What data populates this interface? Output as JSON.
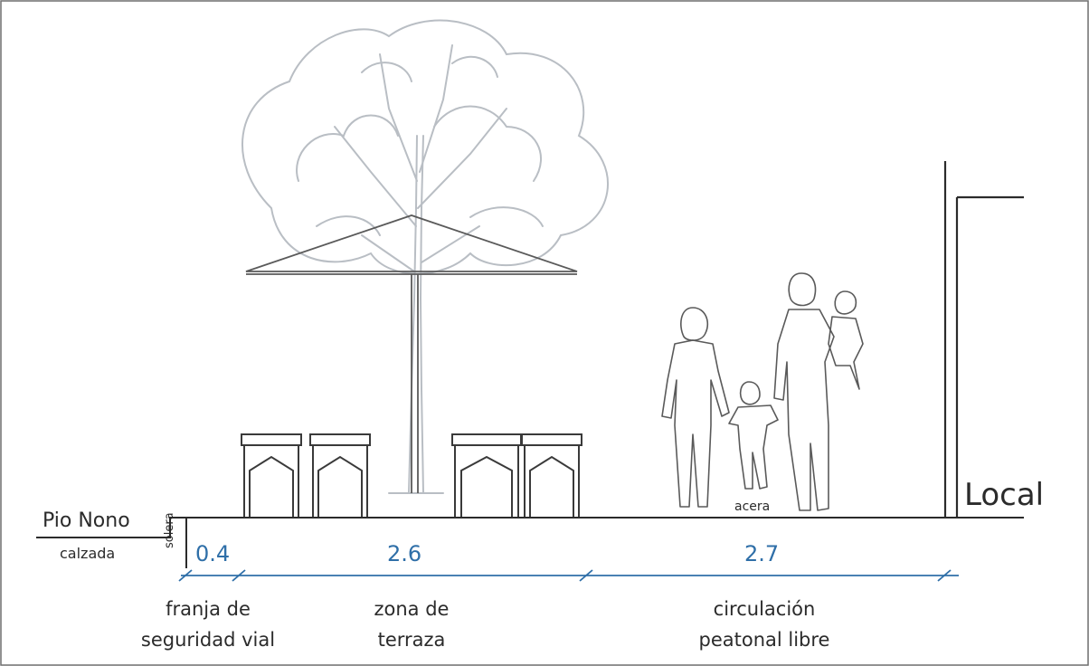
{
  "labels": {
    "road": "Pio Nono",
    "carriageway": "calzada",
    "curb": "solera",
    "sidewalk": "acera",
    "building": "Local"
  },
  "dimensions": [
    {
      "value": "0.4",
      "caption_line1": "franja de",
      "caption_line2": "seguridad vial"
    },
    {
      "value": "2.6",
      "caption_line1": "zona de",
      "caption_line2": "terraza"
    },
    {
      "value": "2.7",
      "caption_line1": "circulación",
      "caption_line2": "peatonal libre"
    }
  ],
  "colors": {
    "ink": "#2b2b2b",
    "dimension": "#2f6fa8",
    "tree": "#b9bec4",
    "background": "#ffffff"
  },
  "illustrations": [
    "tree-icon",
    "umbrella-icon",
    "chair-icon",
    "pedestrians-icon"
  ]
}
